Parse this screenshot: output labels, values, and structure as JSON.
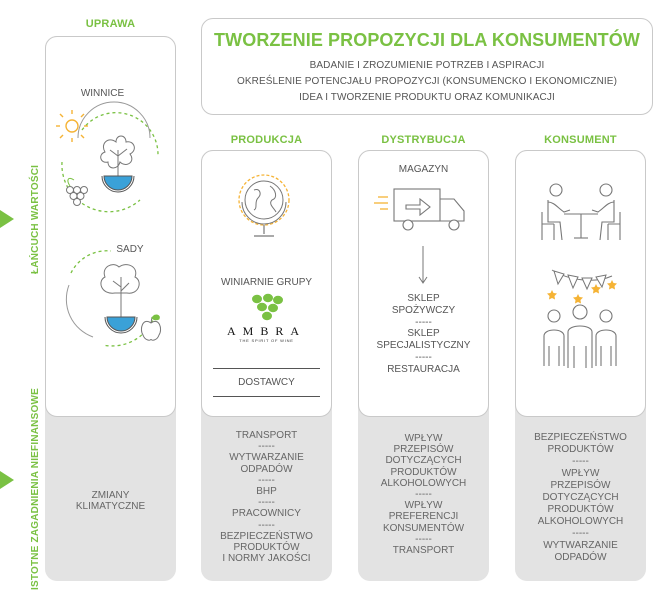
{
  "side_labels": {
    "value_chain": "ŁAŃCUCH WARTOŚCI",
    "nonfinancial": "ISTOTNE ZAGADNIENIA NIEFINANSOWE"
  },
  "header": {
    "title": "TWORZENIE PROPOZYCJI DLA KONSUMENTÓW",
    "lines": [
      "BADANIE I ZROZUMIENIE POTRZEB I ASPIRACJI",
      "OKREŚLENIE POTENCJAŁU PROPOZYCJI (KONSUMENCKO I EKONOMICZNIE)",
      "IDEA I TWORZENIE PRODUKTU ORAZ KOMUNIKACJI"
    ]
  },
  "columns": {
    "uprawa": {
      "title": "UPRAWA",
      "winnice": "WINNICE",
      "sady": "SADY",
      "issues": "ZMIANY\nKLIMATYCZNE"
    },
    "produkcja": {
      "title": "PRODUKCJA",
      "winiarnie": "WINIARNIE GRUPY",
      "ambra_logo": "AMBRA",
      "ambra_tagline": "THE SPIRIT OF WINE",
      "dostawcy": "DOSTAWCY",
      "issues": "TRANSPORT\n-----\nWYTWARZANIE\nODPADÓW\n-----\nBHP\n-----\nPRACOWNICY\n-----\nBEZPIECZEŃSTWO\nPRODUKTÓW\nI NORMY JAKOŚCI"
    },
    "dystrybucja": {
      "title": "DYSTRYBUCJA",
      "magazyn": "MAGAZYN",
      "outlets": "SKLEP\nSPOŻYWCZY\n-----\nSKLEP\nSPECJALISTYCZNY\n-----\nRESTAURACJA",
      "issues": "WPŁYW\nPRZEPISÓW\nDOTYCZĄCYCH\nPRODUKTÓW\nALKOHOLOWYCH\n-----\nWPŁYW\nPREFERENCJI\nKONSUMENTÓW\n-----\nTRANSPORT"
    },
    "konsument": {
      "title": "KONSUMENT",
      "issues": "BEZPIECZEŃSTWO\nPRODUKTÓW\n-----\nWPŁYW\nPRZEPISÓW\nDOTYCZĄCYCH\nPRODUKTÓW\nALKOHOLOWYCH\n-----\nWYTWARZANIE\nODPADÓW"
    }
  },
  "icons": {
    "sun": "sun-icon",
    "vine": "vine-icon",
    "grapes": "grapes-icon",
    "tree": "tree-icon",
    "apple": "apple-icon",
    "globe": "globe-icon",
    "ambra_grapes": "ambra-grapes-logo",
    "truck": "truck-icon",
    "dining": "dining-people-icon",
    "party": "party-people-icon"
  },
  "colors": {
    "accent": "#7ac143",
    "water": "#3aa1d8",
    "sun": "#f5b335",
    "text": "#555555",
    "panel_grey": "#e3e3e3",
    "border": "#c9c9c9"
  }
}
